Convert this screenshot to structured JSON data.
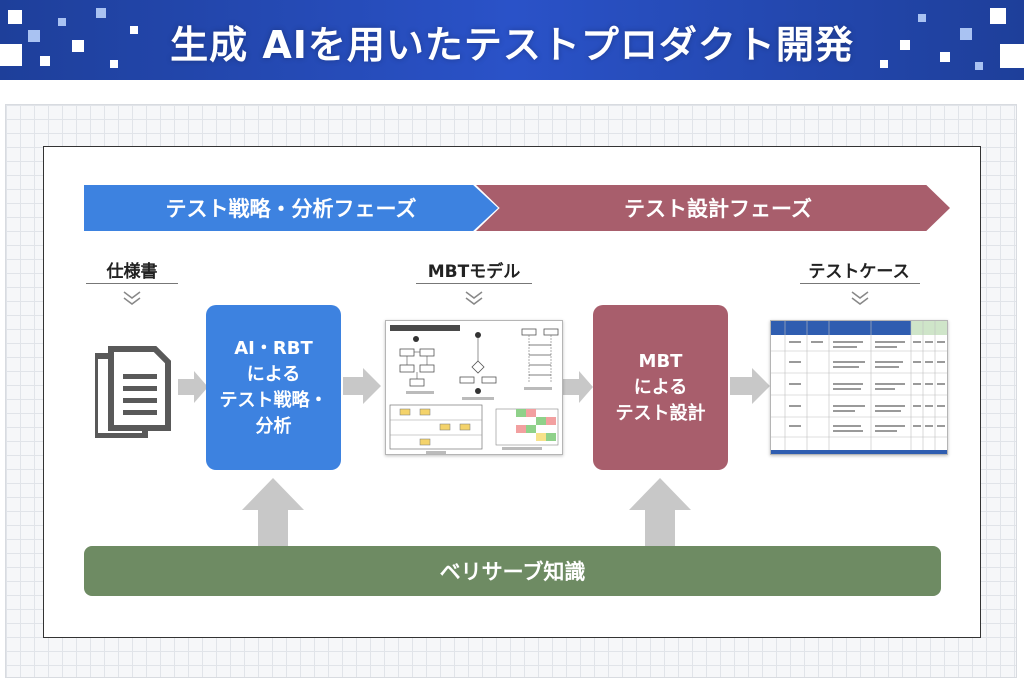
{
  "header": {
    "title": "生成 AIを用いたテストプロダクト開発"
  },
  "phases": {
    "analysis": "テスト戦略・分析フェーズ",
    "design": "テスト設計フェーズ"
  },
  "labels": {
    "spec": "仕様書",
    "mbt_model": "MBTモデル",
    "test_case": "テストケース"
  },
  "boxes": {
    "ai_rbt": [
      "AI・RBT",
      "による",
      "テスト戦略・",
      "分析"
    ],
    "mbt_design": [
      "MBT",
      "による",
      "テスト設計"
    ]
  },
  "knowledge_bar": "ベリサーブ知識",
  "colors": {
    "banner_blue": "#1e3f9a",
    "analysis_blue": "#3d82e0",
    "design_rose": "#a85e6c",
    "knowledge_green": "#6e8b63",
    "arrow_gray": "#c8c8c8"
  },
  "icons": {
    "document": "document-icon",
    "chevron": "double-chevron-down-icon"
  }
}
